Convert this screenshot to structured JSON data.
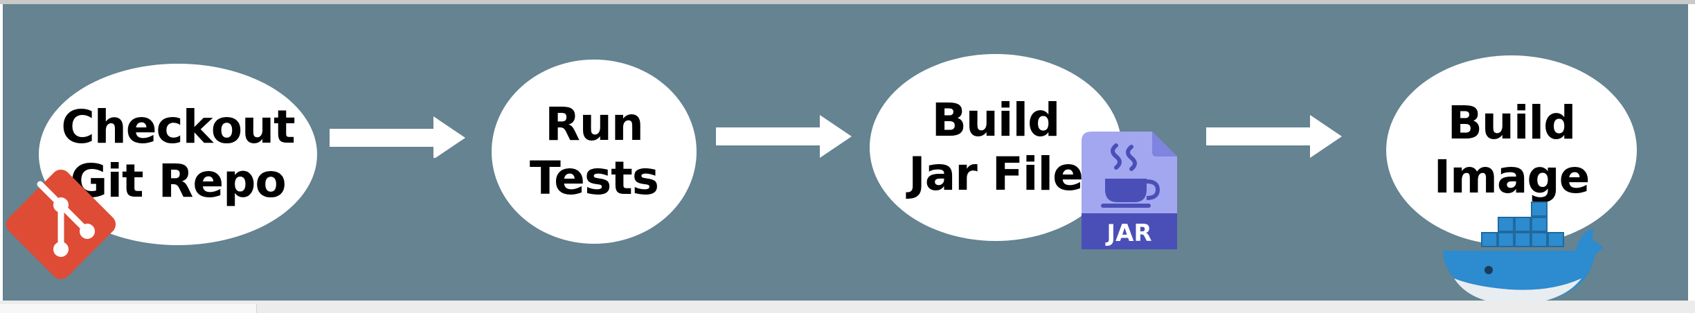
{
  "pipeline": {
    "steps": [
      {
        "line1": "Checkout",
        "line2": "Git Repo",
        "icon": "git-icon"
      },
      {
        "line1": "Run",
        "line2": "Tests",
        "icon": ""
      },
      {
        "line1": "Build",
        "line2": "Jar File",
        "icon": "jar-file-icon"
      },
      {
        "line1": "Build",
        "line2": "Image",
        "icon": "docker-icon"
      }
    ],
    "jar_icon_label": "JAR"
  },
  "colors": {
    "background": "#658391",
    "node_fill": "#ffffff",
    "arrow": "#ffffff",
    "git_red": "#de4c36",
    "jar_purple": "#a3a7f0",
    "jar_dark": "#4a4fb8",
    "docker_blue": "#2d8bcf"
  }
}
